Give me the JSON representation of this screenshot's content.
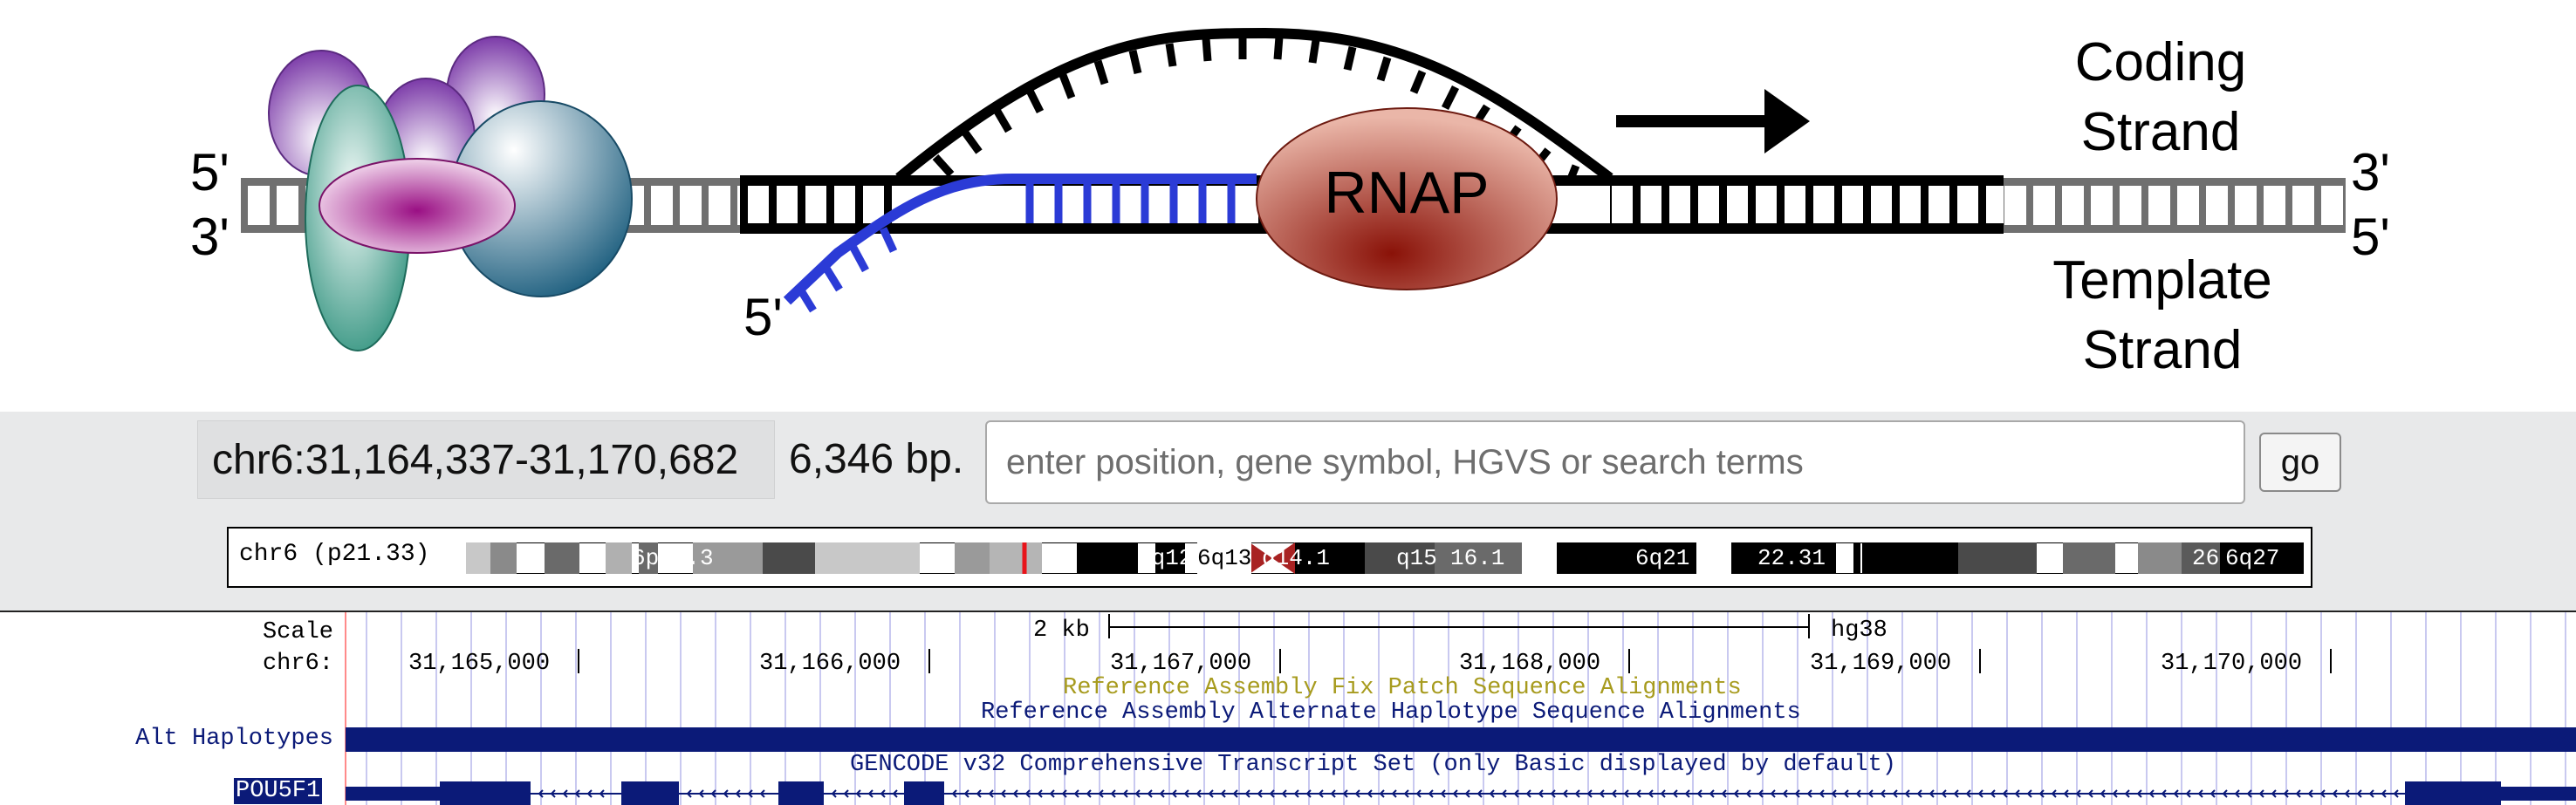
{
  "diagram": {
    "coding_five_prime": "5'",
    "coding_three_prime": "3'",
    "template_three_prime": "3'",
    "template_five_prime": "5'",
    "rna_five_prime": "5'",
    "rnap_label": "RNAP",
    "coding_strand_line1": "Coding",
    "coding_strand_line2": "Strand",
    "template_strand_line1": "Template",
    "template_strand_line2": "Strand",
    "colors": {
      "dna_outer": "#707070",
      "dna_bubble": "#000000",
      "rna": "#2b3bd6",
      "rnap": "#a3301e",
      "tf_purple": "#7b3aa8",
      "tf_teal": "#2a8f7a",
      "tf_magenta": "#a0198c",
      "tf_blue": "#1f6080"
    }
  },
  "navbar": {
    "position": "chr6:31,164,337-31,170,682",
    "size": "6,346 bp.",
    "search_placeholder": "enter position, gene symbol, HGVS or search terms",
    "go_label": "go"
  },
  "ideogram": {
    "label": "chr6 (p21.33)",
    "bands": [
      "6p22.3",
      "6q12",
      "6q13",
      "q14.1",
      "q15",
      "16.1",
      "6q21",
      "22.31",
      "26",
      "6q27"
    ]
  },
  "browser": {
    "scale_label": "Scale",
    "chrom_label": "chr6:",
    "scale_size": "2 kb",
    "assembly": "hg38",
    "positions": [
      "31,165,000",
      "31,166,000",
      "31,167,000",
      "31,168,000",
      "31,169,000",
      "31,170,000"
    ],
    "fix_patch_title": "Reference Assembly Fix Patch Sequence Alignments",
    "alt_haplotype_title": "Reference Assembly Alternate Haplotype Sequence Alignments",
    "alt_haplotypes_label": "Alt Haplotypes",
    "gencode_title": "GENCODE v32 Comprehensive Transcript Set (only Basic displayed by default)",
    "gene_label": "POU5F1",
    "colors": {
      "track": "#0b1a78",
      "fix_patch": "#a79b1e",
      "gridline": "#c9c9f0",
      "highlight_line": "#ff8a8a"
    }
  }
}
